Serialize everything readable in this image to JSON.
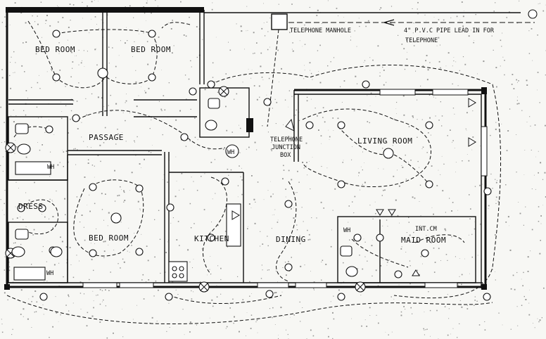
{
  "rooms": {
    "bed1": "BED ROOM",
    "bed2": "BED ROOM",
    "bed3": "BED ROOM",
    "passage": "PASSAGE",
    "living": "LIVING ROOM",
    "kitchen": "KITCHEN",
    "dining": "DINING",
    "maid": "MAID ROOM",
    "dress": "DRESS"
  },
  "annotations": {
    "manhole": "TELEPHONE  MANHOLE",
    "pipe_line1": "4\" P.V.C PIPE  LEAD  IN  FOR",
    "pipe_line2": "TELEPHONE",
    "junction_line1": "TELEPHONE",
    "junction_line2": "JUNCTION",
    "junction_line3": "BOX",
    "intcom": "INT.CM",
    "wh": "WH"
  },
  "colors": {
    "ink": "#111111",
    "paper": "#f7f7f4"
  }
}
